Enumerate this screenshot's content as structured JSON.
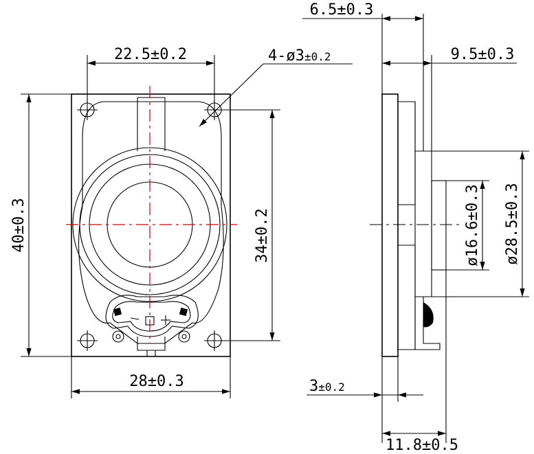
{
  "front_view": {
    "dim_hole_spacing_h": "22.5±0.2",
    "dim_hole_spec_prefix": "4-ø3",
    "dim_hole_spec_tol": "±0.2",
    "dim_height": "40±0.3",
    "dim_hole_spacing_v": "34±0.2",
    "dim_width": "28±0.3"
  },
  "side_view": {
    "dim_magnet_depth": "6.5±0.3",
    "dim_frame_depth": "9.5±0.3",
    "dim_magnet_dia": "ø16.6±0.3",
    "dim_frame_dia": "ø28.5±0.3",
    "dim_terminal_prefix": "3",
    "dim_terminal_tol": "±0.2",
    "dim_total_depth": "11.8±0.5"
  },
  "colors": {
    "line": "#000000",
    "center_line": "#d00000",
    "background": "#ffffff"
  }
}
